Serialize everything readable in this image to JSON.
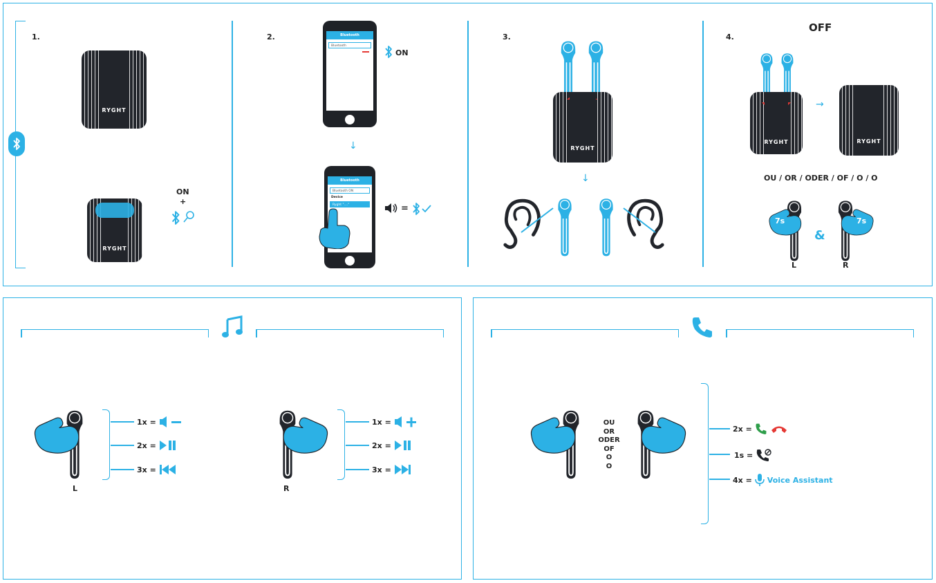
{
  "top": {
    "step1": {
      "number": "1.",
      "case_brand": "RYGHT",
      "on_label": "ON",
      "plus": "+"
    },
    "step2": {
      "number": "2.",
      "screen_title": "Bluetooth",
      "toggle_label": "Bluetooth",
      "device_toggle_label": "Bluetooth ON",
      "device_section": "Device",
      "device_item": "Ryght \"....\"",
      "bt_on_label": "ON",
      "equals": "="
    },
    "step3": {
      "number": "3.",
      "case_brand": "RYGHT"
    },
    "step4": {
      "number": "4.",
      "title": "OFF",
      "case_brand": "RYGHT",
      "or_text": "OU / OR / ODER / OF / O / O",
      "left_hold": "7s",
      "right_hold": "7s",
      "amp": "&",
      "left_label": "L",
      "right_label": "R"
    }
  },
  "music": {
    "left_label": "L",
    "right_label": "R",
    "left_actions": [
      {
        "count": "1x ="
      },
      {
        "count": "2x ="
      },
      {
        "count": "3x ="
      }
    ],
    "right_actions": [
      {
        "count": "1x ="
      },
      {
        "count": "2x ="
      },
      {
        "count": "3x ="
      }
    ]
  },
  "call": {
    "or_lines": [
      "OU",
      "OR",
      "ODER",
      "OF",
      "O",
      "O"
    ],
    "actions": [
      {
        "count": "2x ="
      },
      {
        "count": "1s ="
      },
      {
        "count": "4x ="
      }
    ],
    "voice_assistant": "Voice Assistant"
  },
  "colors": {
    "accent": "#2cb1e5",
    "dark": "#22252b",
    "red": "#e53935",
    "green": "#2e9e4a"
  },
  "icons": [
    "bluetooth-icon",
    "music-note-icon",
    "phone-icon",
    "volume-down-icon",
    "volume-up-icon",
    "play-pause-icon",
    "previous-track-icon",
    "next-track-icon",
    "answer-call-icon",
    "hang-up-icon",
    "reject-call-icon",
    "microphone-icon",
    "search-icon",
    "checkmark-icon",
    "speaker-icon"
  ]
}
